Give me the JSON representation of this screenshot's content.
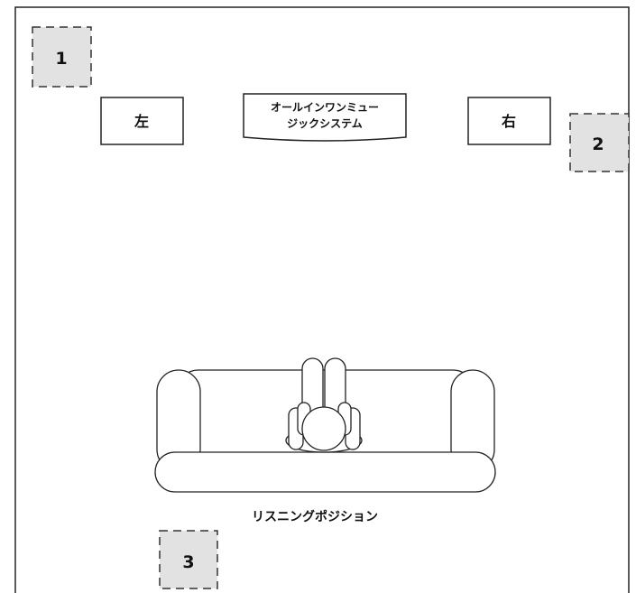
{
  "positions": [
    "1",
    "2",
    "3"
  ],
  "speakers": {
    "left": "左",
    "right": "右",
    "center_line1": "オールインワンミュー",
    "center_line2": "ジックシステム"
  },
  "listening_position": "リスニングポジション"
}
